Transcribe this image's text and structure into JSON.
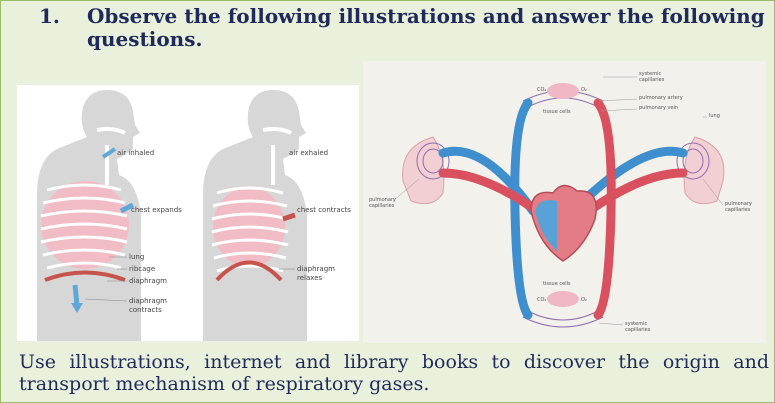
{
  "question": {
    "number": "1.",
    "text": "Observe the following illustrations and answer the following questions."
  },
  "breathing_figure": {
    "inhale_label": "air inhaled",
    "exhale_label": "air exhaled",
    "chest_expands": "chest expands",
    "chest_contracts": "chest contracts",
    "lung": "lung",
    "ribcage": "ribcage",
    "diaphragm": "diaphragm",
    "diaphragm_contracts_1": "diaphragm",
    "diaphragm_contracts_2": "contracts",
    "diaphragm_relaxes_1": "diaphragm",
    "diaphragm_relaxes_2": "relaxes"
  },
  "circulation_figure": {
    "systemic_capillaries_top_1": "systemic",
    "systemic_capillaries_top_2": "capillaries",
    "pulmonary_artery": "pulmonary artery",
    "pulmonary_vein": "pulmonary vein",
    "lung": "lung",
    "pulmonary_capillaries_left_1": "pulmonary",
    "pulmonary_capillaries_left_2": "capillaries",
    "pulmonary_capillaries_right_1": "pulmonary",
    "pulmonary_capillaries_right_2": "capillaries",
    "tissue_cells_top": "tissue cells",
    "tissue_cells_bottom": "tissue cells",
    "systemic_capillaries_bottom_1": "systemic",
    "systemic_capillaries_bottom_2": "capillaries",
    "co2": "CO₂",
    "o2": "O₂"
  },
  "instruction": "Use illustrations, internet and library books to discover the origin and transport mechanism of respiratory gases.",
  "colors": {
    "panel_bg": "#e9f1dc",
    "panel_border": "#9bbd6a",
    "heading": "#1f2a5a",
    "oxygenated": "#d9505f",
    "deoxygenated": "#3f8fce"
  }
}
